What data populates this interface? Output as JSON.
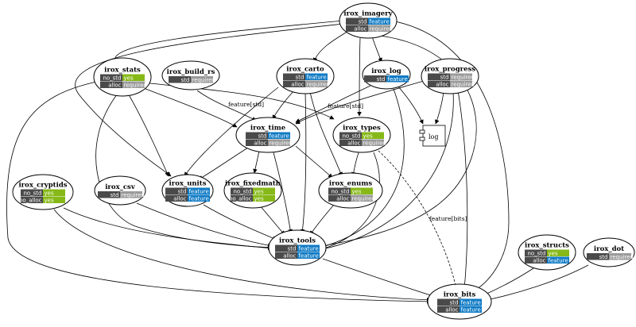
{
  "colors": {
    "key_bg": "#4a4a4a",
    "yes": "#86b817",
    "feature": "#0e7ac4",
    "required": "#9a9a9a",
    "edge": "#000000"
  },
  "nodes": {
    "irox_imagery": {
      "title": "irox_imagery",
      "rows": [
        [
          "std",
          "feature"
        ],
        [
          "alloc",
          "required"
        ]
      ]
    },
    "irox_stats": {
      "title": "irox_stats",
      "rows": [
        [
          "no_std",
          "yes"
        ],
        [
          "alloc",
          "required"
        ]
      ]
    },
    "irox_build_rs": {
      "title": "irox_build_rs",
      "rows": [
        [
          "std",
          "required"
        ]
      ]
    },
    "irox_carto": {
      "title": "irox_carto",
      "rows": [
        [
          "std",
          "feature"
        ],
        [
          "alloc",
          "required"
        ]
      ]
    },
    "irox_log": {
      "title": "irox_log",
      "rows": [
        [
          "std",
          "feature"
        ]
      ]
    },
    "irox_progress": {
      "title": "irox_progress",
      "rows": [
        [
          "std",
          "required"
        ],
        [
          "alloc",
          "required"
        ]
      ]
    },
    "irox_time": {
      "title": "irox_time",
      "rows": [
        [
          "std",
          "feature"
        ],
        [
          "alloc",
          "required"
        ]
      ]
    },
    "irox_types": {
      "title": "irox_types",
      "rows": [
        [
          "no_std",
          "yes"
        ],
        [
          "alloc",
          "required"
        ]
      ]
    },
    "irox_cryptids": {
      "title": "irox_cryptids",
      "rows": [
        [
          "no_std",
          "yes"
        ],
        [
          "no_alloc",
          "yes"
        ]
      ]
    },
    "irox_csv": {
      "title": "irox_csv",
      "rows": [
        [
          "std",
          "required"
        ]
      ]
    },
    "irox_units": {
      "title": "irox_units",
      "rows": [
        [
          "std",
          "feature"
        ],
        [
          "alloc",
          "feature"
        ]
      ]
    },
    "irox_fixedmath": {
      "title": "irox_fixedmath",
      "rows": [
        [
          "no_std",
          "yes"
        ],
        [
          "no_alloc",
          "yes"
        ]
      ]
    },
    "irox_enums": {
      "title": "irox_enums",
      "rows": [
        [
          "no_std",
          "yes"
        ],
        [
          "alloc",
          "required"
        ]
      ]
    },
    "irox_tools": {
      "title": "irox_tools",
      "rows": [
        [
          "std",
          "feature"
        ],
        [
          "alloc",
          "feature"
        ]
      ]
    },
    "irox_structs": {
      "title": "irox_structs",
      "rows": [
        [
          "no_std",
          "yes"
        ],
        [
          "alloc",
          "feature"
        ]
      ]
    },
    "irox_dot": {
      "title": "irox_dot",
      "rows": [
        [
          "std",
          "required"
        ]
      ]
    },
    "irox_bits": {
      "title": "irox_bits",
      "rows": [
        [
          "std",
          "feature"
        ],
        [
          "alloc",
          "feature"
        ]
      ]
    }
  },
  "external": {
    "log": {
      "label": "log"
    }
  },
  "edge_labels": {
    "stats_time": "feature[std]",
    "stats_types": "feature[std]",
    "types_bits": "feature[bits]"
  }
}
